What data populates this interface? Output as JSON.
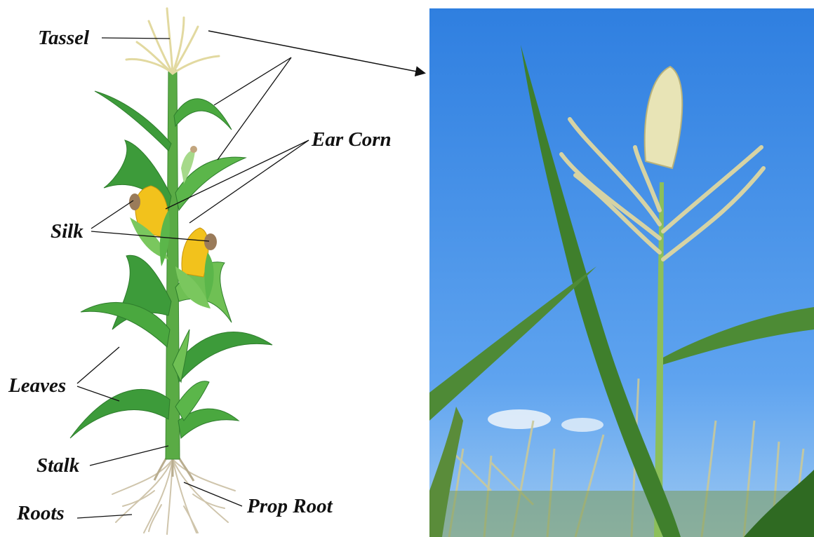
{
  "diagram": {
    "labels": {
      "tassel": "Tassel",
      "ear_corn": "Ear Corn",
      "silk": "Silk",
      "leaves": "Leaves",
      "stalk": "Stalk",
      "roots": "Roots",
      "prop_root": "Prop Root"
    }
  },
  "colors": {
    "leaf": "#3d9b3a",
    "leaf_light": "#6fc054",
    "stalk": "#5aab45",
    "corn_kernel": "#f2c21c",
    "silk": "#9a7b5a",
    "tassel": "#e2d9a0",
    "sky": "#3f8ee6",
    "root": "#c9bfa6"
  }
}
